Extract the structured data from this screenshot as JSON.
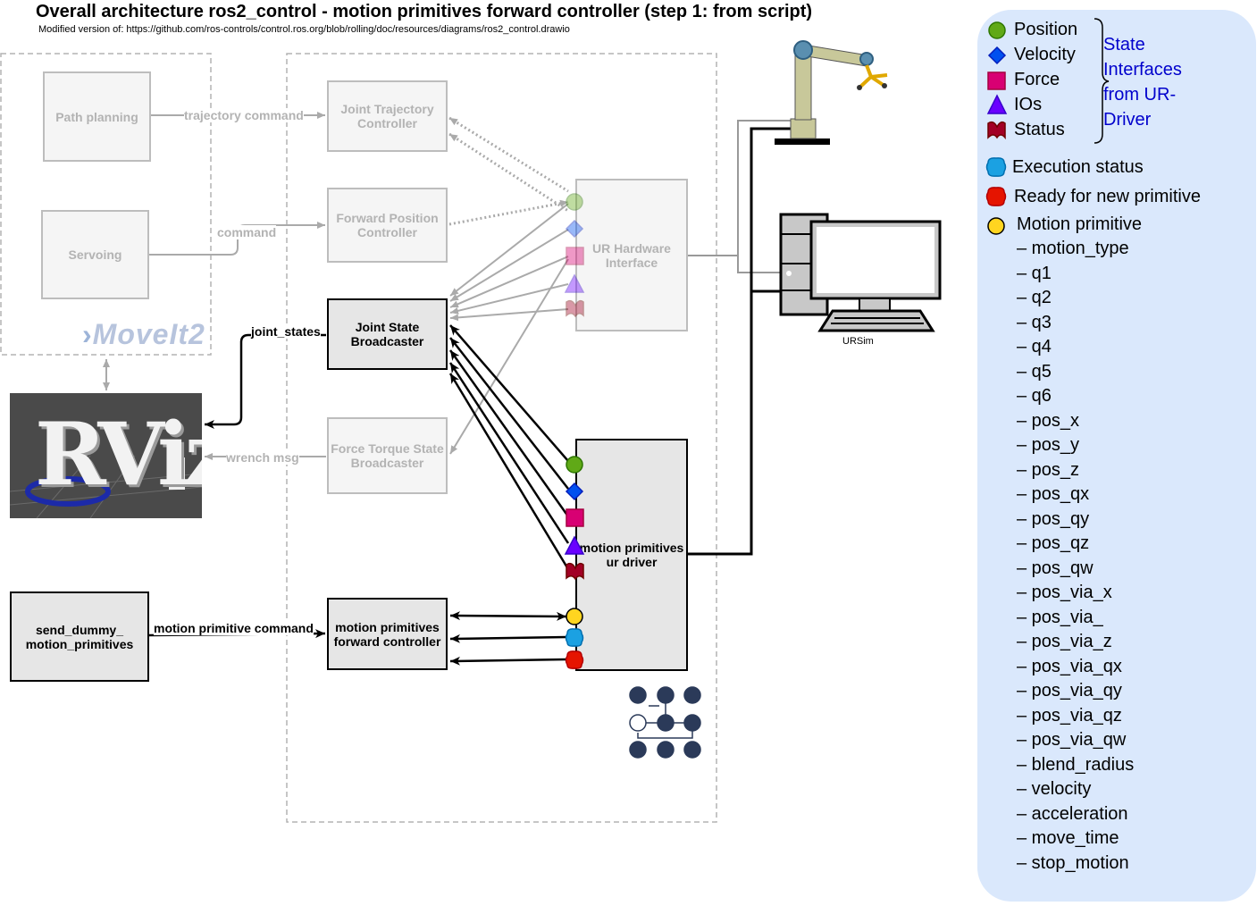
{
  "header": {
    "title": "Overall architecture ros2_control - motion primitives forward controller (step 1: from script)",
    "subtitle": "Modified version of: https://github.com/ros-controls/control.ros.org/blob/rolling/doc/resources/diagrams/ros2_control.drawio"
  },
  "moveit": {
    "path_planning": "Path planning",
    "servoing": "Servoing",
    "logo_text": "MoveIt2"
  },
  "rviz": {
    "logo_text": "RViz"
  },
  "controllers": {
    "joint_trajectory": "Joint Trajectory Controller",
    "forward_position": "Forward Position Controller",
    "joint_state_broadcaster": "Joint State Broadcaster",
    "ft_state_broadcaster": "Force Torque State Broadcaster",
    "mp_forward_controller": "motion primitives forward controller"
  },
  "hardware": {
    "ur_hardware_interface": "UR Hardware Interface",
    "mp_ur_driver": "motion primitives ur driver",
    "ursim": "URSim"
  },
  "external": {
    "send_dummy": "send_dummy_ motion_primitives"
  },
  "arrows": {
    "trajectory_command": "trajectory command",
    "command": "command",
    "joint_states": "joint_states",
    "wrench_msg": "wrench msg",
    "motion_primitive_command": "motion primitive command"
  },
  "legend": {
    "position": "Position",
    "velocity": "Velocity",
    "force": "Force",
    "ios": "IOs",
    "status": "Status",
    "state_interfaces_note": "State Interfaces from UR-Driver",
    "execution_status": "Execution status",
    "ready_for_new_primitive": "Ready for new primitive",
    "motion_primitive": "Motion primitive",
    "fields": [
      "– motion_type",
      "– q1",
      "– q2",
      "– q3",
      "– q4",
      "– q5",
      "– q6",
      "– pos_x",
      "– pos_y",
      "– pos_z",
      "– pos_qx",
      "– pos_qy",
      "– pos_qz",
      "– pos_qw",
      "– pos_via_x",
      "– pos_via_",
      "– pos_via_z",
      "– pos_via_qx",
      "– pos_via_qy",
      "– pos_via_qz",
      "– pos_via_qw",
      "– blend_radius",
      "– velocity",
      "– acceleration",
      "– move_time",
      "– stop_motion"
    ]
  },
  "colors": {
    "position": "#60a917",
    "velocity": "#0050ef",
    "force": "#d80073",
    "ios": "#6a00ff",
    "status": "#a20025",
    "execution_status": "#1ba1e2",
    "ready": "#e51400",
    "motion_primitive": "#ffd520",
    "legend_bg": "#dae8fc",
    "note_text": "#0000cc"
  }
}
